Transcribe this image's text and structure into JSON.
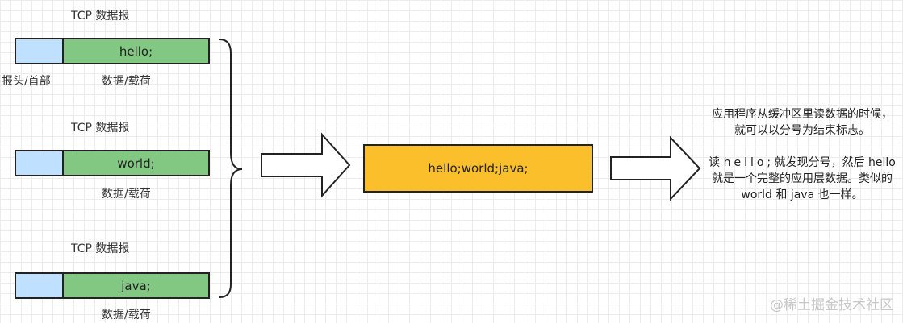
{
  "packets": [
    {
      "title": "TCP 数据报",
      "payload": "hello;",
      "payload_label": "数据/载荷",
      "header_label": "报头/首部"
    },
    {
      "title": "TCP 数据报",
      "payload": "world;",
      "payload_label": "数据/载荷"
    },
    {
      "title": "TCP 数据报",
      "payload": "java;",
      "payload_label": "数据/载荷"
    }
  ],
  "result": "hello;world;java;",
  "note": {
    "line1": "应用程序从缓冲区里读数据的时候，就可以以分号为结束标志。",
    "line2_read": "读",
    "line2_word": "hello",
    "line2_rest": "; 就发现分号，然后 hello 就是一个完整的应用层数据。类似的 world 和 java 也一样。"
  },
  "watermark": "@稀土掘金技术社区",
  "colors": {
    "header": "#bfe0ff",
    "payload": "#82c882",
    "result": "#fbbf2b"
  }
}
